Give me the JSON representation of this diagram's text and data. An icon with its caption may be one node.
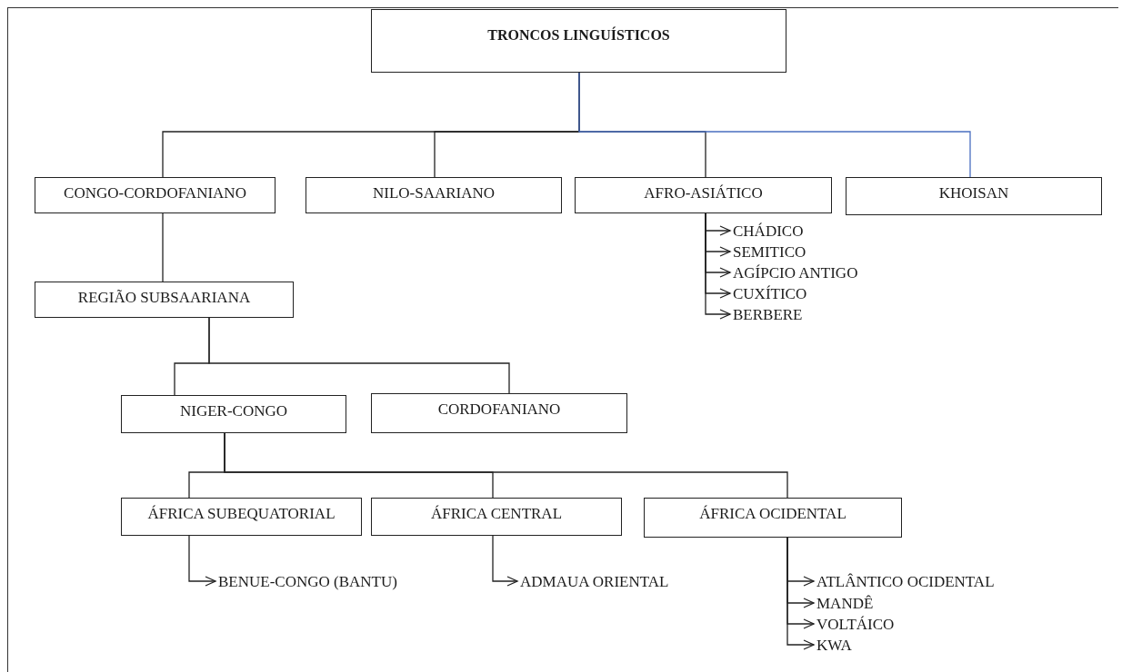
{
  "diagram": {
    "nodes": [
      {
        "text": [
          "TRONCOS LINGUÍSTICOS"
        ]
      },
      {
        "text": [
          "CONGO-CORDOFANIANO"
        ]
      },
      {
        "text": [
          "NILO-SAARIANO"
        ]
      },
      {
        "text": [
          "AFRO-ASIÁTICO"
        ]
      },
      {
        "text": [
          "KHOISAN"
        ]
      },
      {
        "text": [
          "REGIÃO SUBSAARIANA"
        ]
      },
      {
        "text": [
          "NIGER-CONGO"
        ]
      },
      {
        "text": [
          "CORDOFANIANO"
        ]
      },
      {
        "text": [
          "ÁFRICA SUBEQUATORIAL"
        ]
      },
      {
        "text": [
          "ÁFRICA CENTRAL"
        ]
      },
      {
        "text": [
          "ÁFRICA OCIDENTAL"
        ]
      },
      {
        "text": [
          "CHÁDICO"
        ]
      },
      {
        "text": [
          "SEMITICO"
        ]
      },
      {
        "text": [
          "AGÍPCIO ANTIGO"
        ]
      },
      {
        "text": [
          "CUXÍTICO"
        ]
      },
      {
        "text": [
          "BERBERE"
        ]
      },
      {
        "text": [
          "BENUE-CONGO (BANTU)"
        ]
      },
      {
        "text": [
          "ADMAUA ORIENTAL"
        ]
      },
      {
        "text": [
          "ATLÂNTICO OCIDENTAL"
        ]
      },
      {
        "text": [
          "MANDÊ"
        ]
      },
      {
        "text": [
          "VOLTÁICO"
        ]
      },
      {
        "text": [
          "KWA"
        ]
      }
    ],
    "edges": [
      {
        "from": 0,
        "to": 1,
        "arrow": "none"
      },
      {
        "from": 0,
        "to": 2,
        "arrow": "none"
      },
      {
        "from": 0,
        "to": 3,
        "arrow": "none"
      },
      {
        "from": 0,
        "to": 4,
        "arrow": "none",
        "color": "#4a6fc0"
      },
      {
        "from": 1,
        "to": 5,
        "arrow": "none"
      },
      {
        "from": 5,
        "to": 6,
        "arrow": "none"
      },
      {
        "from": 5,
        "to": 7,
        "arrow": "none"
      },
      {
        "from": 6,
        "to": 8,
        "arrow": "none"
      },
      {
        "from": 6,
        "to": 9,
        "arrow": "none"
      },
      {
        "from": 6,
        "to": 10,
        "arrow": "none"
      },
      {
        "from": 3,
        "to": 11,
        "arrow": "to"
      },
      {
        "from": 3,
        "to": 12,
        "arrow": "to"
      },
      {
        "from": 3,
        "to": 13,
        "arrow": "to"
      },
      {
        "from": 3,
        "to": 14,
        "arrow": "to"
      },
      {
        "from": 3,
        "to": 15,
        "arrow": "to"
      },
      {
        "from": 8,
        "to": 16,
        "arrow": "to"
      },
      {
        "from": 9,
        "to": 17,
        "arrow": "to"
      },
      {
        "from": 10,
        "to": 18,
        "arrow": "to"
      },
      {
        "from": 10,
        "to": 19,
        "arrow": "to"
      },
      {
        "from": 10,
        "to": 20,
        "arrow": "to"
      },
      {
        "from": 10,
        "to": 21,
        "arrow": "to"
      }
    ]
  }
}
